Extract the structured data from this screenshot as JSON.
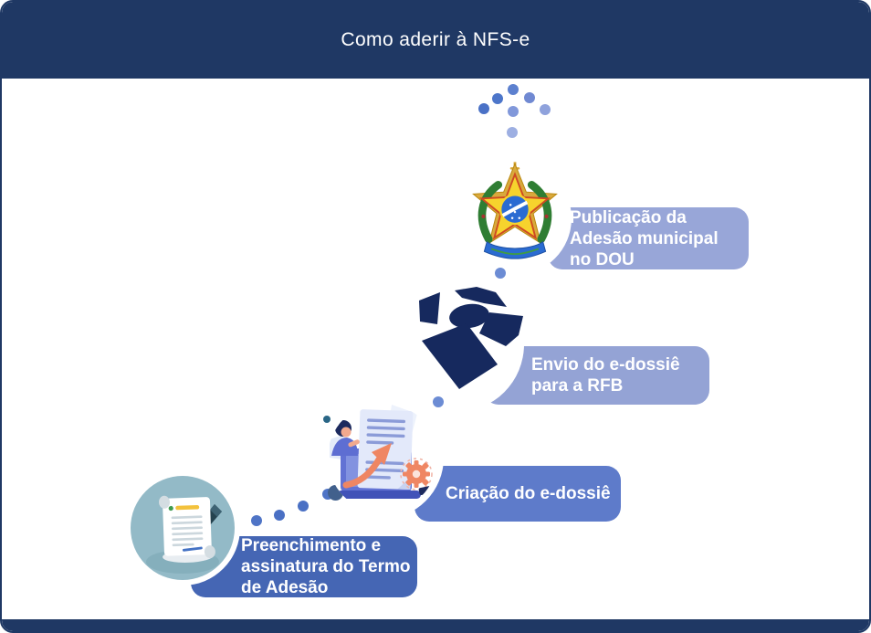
{
  "header": {
    "title": "Como aderir à NFS-e"
  },
  "steps": [
    {
      "id": "termo",
      "icon": "scroll-and-pen-icon",
      "label": "Preenchimento e assinatura do Termo de Adesão",
      "lines": [
        "Preenchimento e",
        "assinatura do Termo",
        "de Adesão"
      ]
    },
    {
      "id": "criacao",
      "icon": "document-creation-illustration",
      "label": "Criação do e-dossiê",
      "lines": [
        "Criação do e-dossiê"
      ]
    },
    {
      "id": "envio",
      "icon": "rfb-logo",
      "label": "Envio do e-dossiê para a RFB",
      "lines": [
        "Envio do e-dossiê",
        "para a RFB"
      ]
    },
    {
      "id": "publicacao",
      "icon": "brazil-coat-of-arms",
      "label": "Publicação da Adesão municipal no DOU",
      "lines": [
        "Publicação da",
        "Adesão municipal",
        "no DOU"
      ]
    }
  ],
  "colors": {
    "header_bar": "#1f3864",
    "footer_bar": "#1f3864",
    "border": "#1f3864",
    "box_publicacao": "#98a6d8",
    "box_envio": "#94a3d5",
    "box_criacao": "#5e7bca",
    "box_termo": "#4566b4",
    "label_text": "#ffffff",
    "dot_dark": "#4a71c6",
    "dot_medium": "#6c8cd4",
    "dot_light": "#9dafe2",
    "rfb_navy": "#16295e",
    "teal_circle": "#93bac7",
    "illustration_salmon": "#ef8663"
  }
}
